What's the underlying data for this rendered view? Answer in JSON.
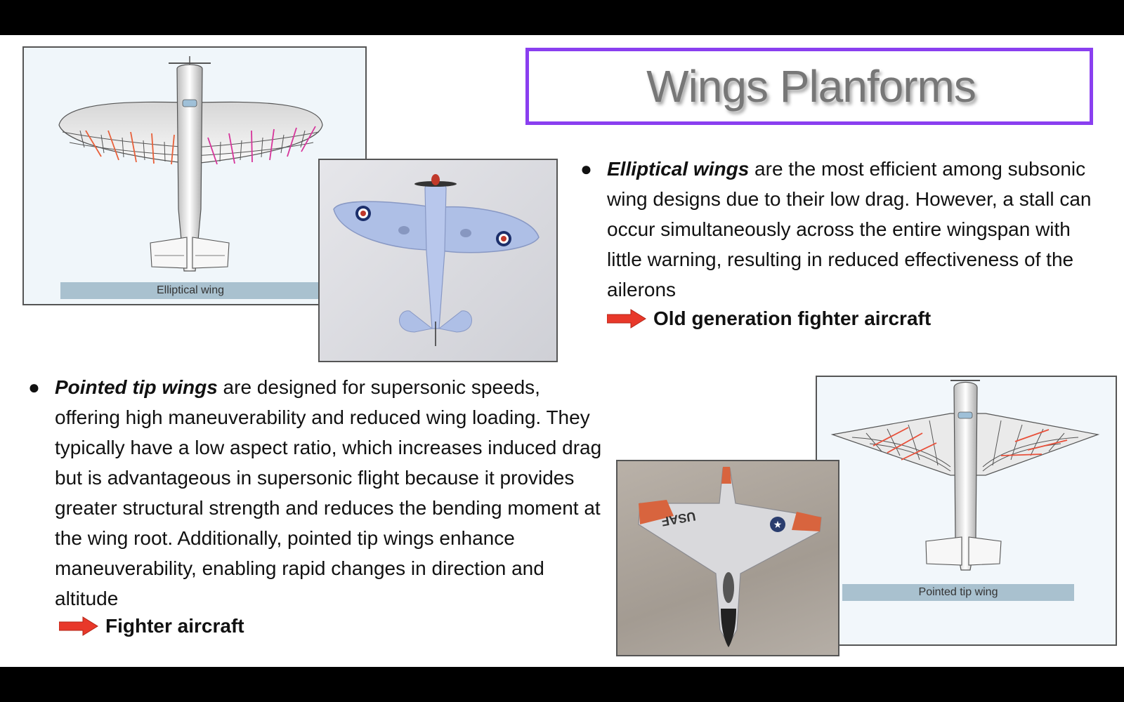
{
  "title": "Wings Planforms",
  "elliptical": {
    "caption": "Elliptical wing",
    "lead": "Elliptical wings",
    "text": " are the most efficient among subsonic wing designs due to their low drag. However, a stall can occur simultaneously across the entire wingspan with little warning, resulting in reduced effectiveness of the ailerons",
    "conclusion": "Old generation fighter aircraft"
  },
  "pointed": {
    "caption": "Pointed tip wing",
    "lead": "Pointed tip wings",
    "text": " are designed for supersonic speeds, offering high maneuverability and reduced wing loading. They typically have a low aspect ratio, which increases induced drag but is advantageous in supersonic flight because it provides greater structural strength and reduces the bending moment at the wing root. Additionally, pointed tip wings enhance maneuverability, enabling rapid changes in direction and altitude",
    "conclusion": "Fighter aircraft",
    "usaf_marking": "USAF"
  },
  "bullet_char": "●",
  "colors": {
    "title_border": "#8a3ff0",
    "title_text": "#777777",
    "arrow": "#e8382a",
    "caption_bar": "#a9c1cf",
    "spitfire": "#aebfe6"
  },
  "icons": [
    "arrow-right-icon",
    "bullet-icon"
  ]
}
